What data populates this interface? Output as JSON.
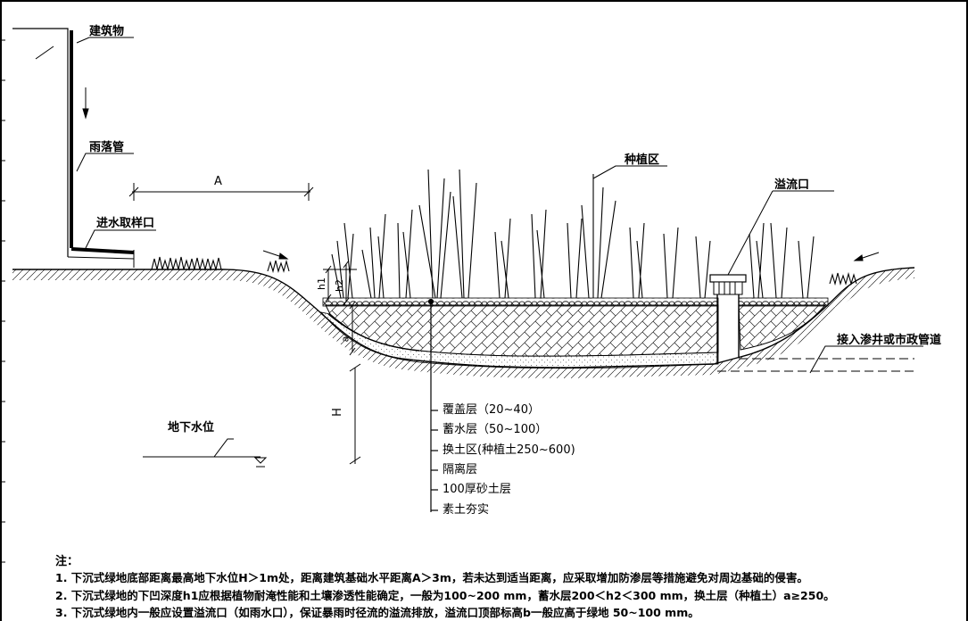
{
  "labels": {
    "building": "建筑物",
    "downpipe": "雨落管",
    "inlet": "进水取样口",
    "dim_a": "A",
    "planting": "种植区",
    "overflow": "溢流口",
    "connect": "接入渗井或市政管道",
    "groundwater": "地下水位",
    "dim_h": "H",
    "h1": "h1",
    "h2": "h2",
    "a": "a"
  },
  "layers": [
    "覆盖层（20~40）",
    "蓄水层（50~100）",
    "换土区(种植土250~600)",
    "隔离层",
    "100厚砂土层",
    "素土夯实"
  ],
  "notes": {
    "title": "注：",
    "items": [
      "1. 下沉式绿地底部距离最高地下水位H＞1m处，距离建筑基础水平距离A＞3m，若未达到适当距离，应采取增加防渗层等措施避免对周边基础的侵害。",
      "2. 下沉式绿地的下凹深度h1应根据植物耐淹性能和土壤渗透性能确定，一般为100~200 mm，蓄水层200＜h2＜300 mm，换土层（种植土）a≥250。",
      "3. 下沉式绿地内一般应设置溢流口（如雨水口），保证暴雨时径流的溢流排放，溢流口顶部标高b一般应高于绿地 50~100 mm。"
    ]
  }
}
